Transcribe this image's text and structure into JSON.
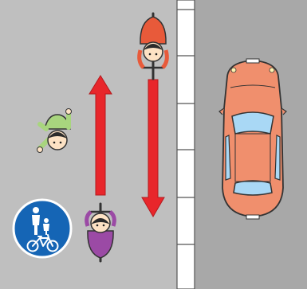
{
  "scene": {
    "colors": {
      "sidewalk": "#bfbfbf",
      "road": "#a8a8a8",
      "curb": "#ffffff",
      "arrow": "#e8262b",
      "sign_blue": "#1565b5",
      "car_body": "#f08f6d",
      "car_glass": "#a9d8f5",
      "cyclist_top_shirt": "#e85a3a",
      "cyclist_bottom_shirt": "#9b4aa5",
      "pedestrian_shirt": "#a8d57e"
    },
    "elements": [
      {
        "id": "sidewalk",
        "icon": "sidewalk-surface"
      },
      {
        "id": "road",
        "icon": "road-surface"
      },
      {
        "id": "curb",
        "icon": "curb-lane-markings"
      },
      {
        "id": "cyclist_top",
        "icon": "cyclist-topdown-icon",
        "direction": "down"
      },
      {
        "id": "cyclist_bottom",
        "icon": "cyclist-topdown-icon",
        "direction": "up"
      },
      {
        "id": "pedestrian",
        "icon": "pedestrian-topdown-icon",
        "direction": "up"
      },
      {
        "id": "arrow_up",
        "icon": "arrow-up-icon"
      },
      {
        "id": "arrow_down",
        "icon": "arrow-down-icon"
      },
      {
        "id": "sign",
        "icon": "shared-path-sign-icon"
      },
      {
        "id": "car",
        "icon": "car-topdown-icon"
      }
    ]
  }
}
